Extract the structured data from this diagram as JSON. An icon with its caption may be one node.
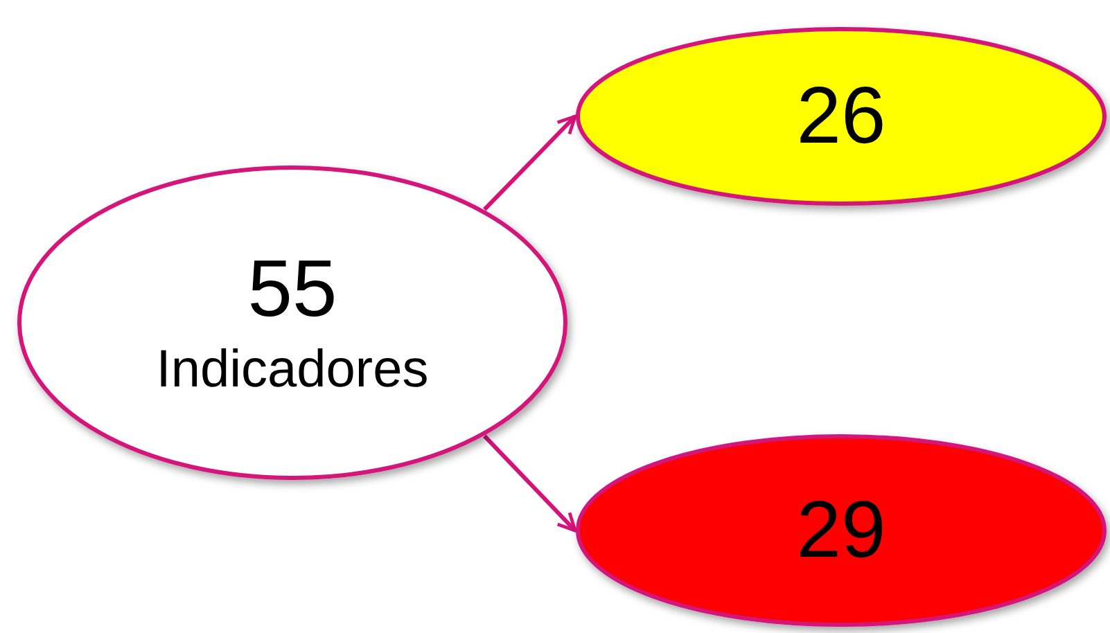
{
  "diagram": {
    "nodes": [
      {
        "text": [
          "55",
          "Indicadores"
        ]
      },
      {
        "text": [
          "26"
        ]
      },
      {
        "text": [
          "29"
        ]
      }
    ],
    "edges": [
      {
        "from": 0,
        "to": 1,
        "arrow": "to"
      },
      {
        "from": 0,
        "to": 2,
        "arrow": "to"
      }
    ]
  }
}
